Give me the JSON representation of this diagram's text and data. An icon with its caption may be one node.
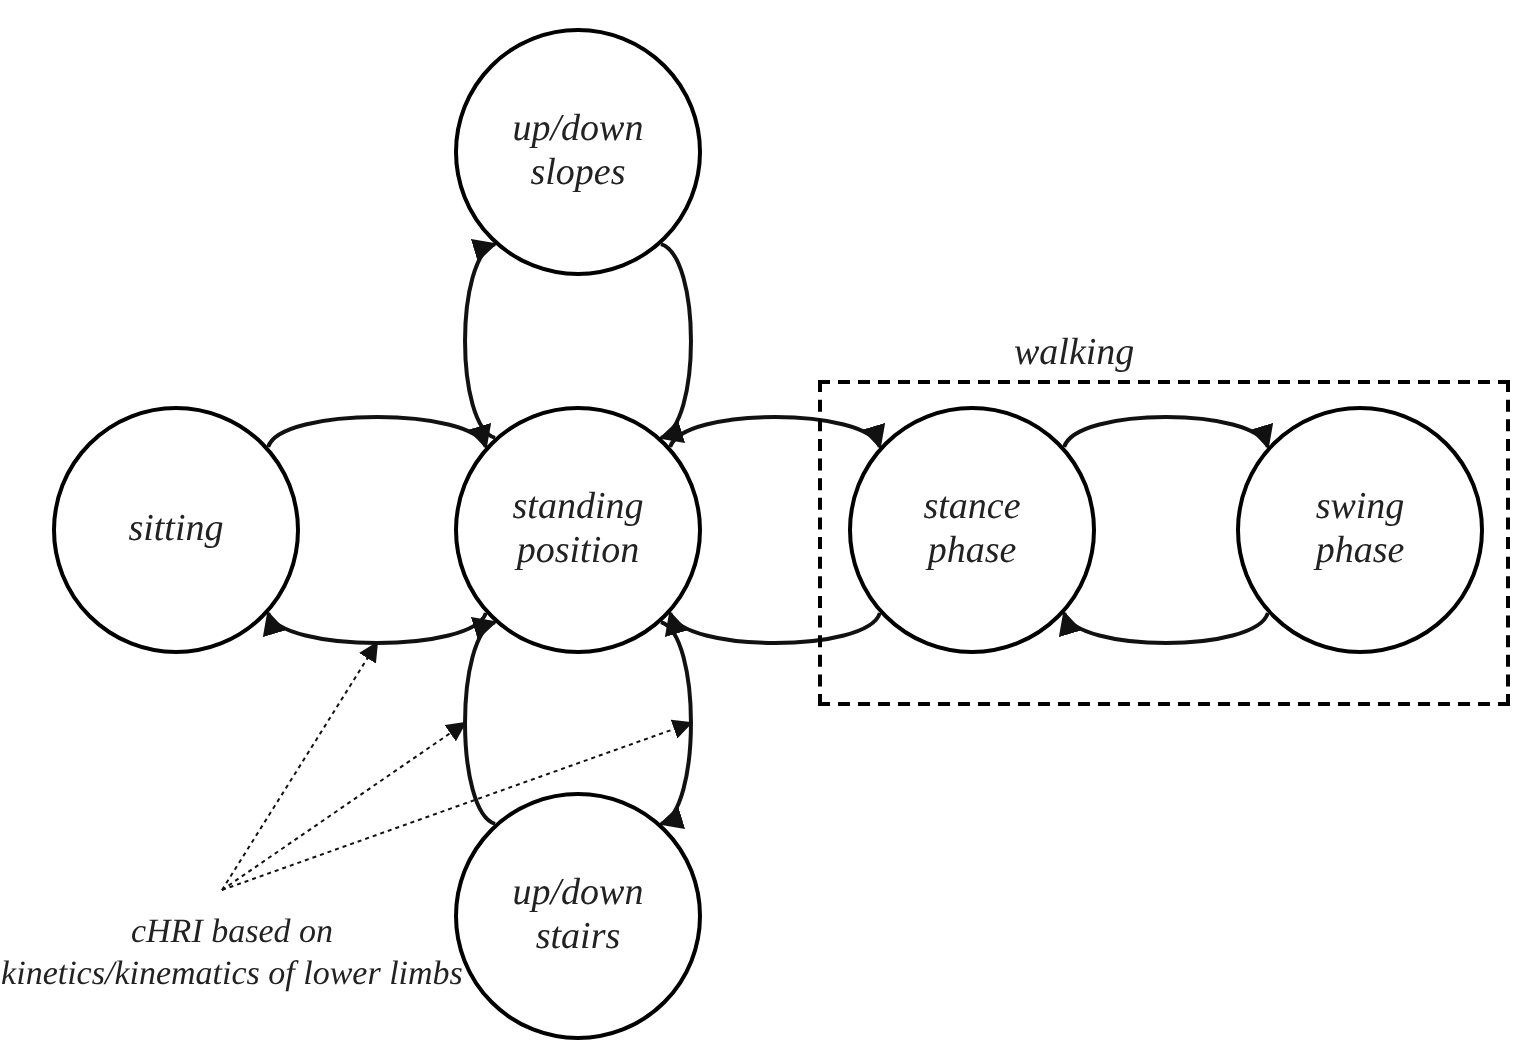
{
  "diagram": {
    "nodes": [
      {
        "text": [
          "up/down slopes"
        ]
      },
      {
        "text": [
          "sitting"
        ]
      },
      {
        "text": [
          "standing position"
        ]
      },
      {
        "text": [
          "walking"
        ]
      },
      {
        "text": [
          "stance phase"
        ],
        "in": 3
      },
      {
        "text": [
          "swing phase"
        ],
        "in": 3
      },
      {
        "text": [
          "up/down stairs"
        ]
      },
      {
        "text": [
          "cHRI based on kinetics/kinematics of lower limbs"
        ]
      }
    ],
    "edges": [
      {
        "from": 1,
        "to": 2,
        "arrow": "to"
      },
      {
        "from": 2,
        "to": 1,
        "arrow": "to"
      },
      {
        "from": 2,
        "to": 0,
        "arrow": "to"
      },
      {
        "from": 0,
        "to": 2,
        "arrow": "to"
      },
      {
        "from": 2,
        "to": 4,
        "arrow": "to"
      },
      {
        "from": 4,
        "to": 2,
        "arrow": "to"
      },
      {
        "from": 4,
        "to": 5,
        "arrow": "to"
      },
      {
        "from": 5,
        "to": 4,
        "arrow": "to"
      },
      {
        "from": 6,
        "to": 2,
        "arrow": "to"
      },
      {
        "from": 2,
        "to": 6,
        "arrow": "to"
      },
      {
        "from": 7,
        "to": null,
        "arrow": "to",
        "style": "dashed"
      },
      {
        "from": 7,
        "to": null,
        "arrow": "to",
        "style": "dashed"
      },
      {
        "from": 7,
        "to": null,
        "arrow": "to",
        "style": "dashed"
      }
    ]
  }
}
